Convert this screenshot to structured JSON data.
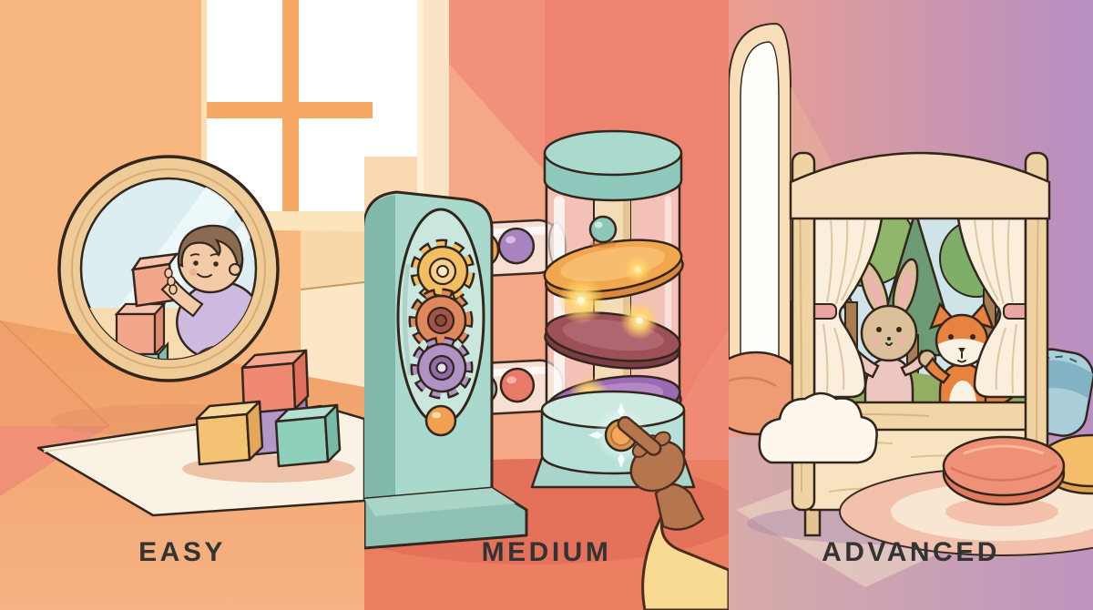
{
  "title": "Toy difficulty levels illustration",
  "panels": [
    {
      "id": "easy",
      "label": "EASY",
      "scene": "baby reflected in a round mirror playing with stacking blocks on a play mat",
      "objects": [
        "window",
        "round-mirror",
        "baby-reflection",
        "toy-blocks",
        "play-mat"
      ],
      "background": "#f7b77e"
    },
    {
      "id": "medium",
      "label": "MEDIUM",
      "scene": "gear machine with ball tubes feeding a spiral marble tower; child's finger pressing a glowing button",
      "objects": [
        "gear-machine",
        "gears",
        "ball-tube-top",
        "ball-tube-bottom",
        "marble-tower",
        "spiral-ramps",
        "glow-button",
        "pressing-hand"
      ],
      "background": "#f2917b"
    },
    {
      "id": "advanced",
      "label": "ADVANCED",
      "scene": "wooden puppet theater with bunny and fox hand puppets, forest backdrop, cushions and rug",
      "objects": [
        "arched-window",
        "puppet-theater",
        "curtains",
        "bunny-puppet",
        "fox-puppet",
        "cloud-cushion",
        "round-rug",
        "floor-cushions",
        "blue-pillow"
      ],
      "background_left": "#ec9e90",
      "background_right": "#b78fc3"
    }
  ],
  "palette": {
    "easy_wall": "#f7b77e",
    "easy_floor": "#f3a46a",
    "window_muntin": "#f5a963",
    "medium_wall": "#f2917b",
    "medium_wall_dark": "#ee8470",
    "medium_floor": "#ec7e62",
    "machine_teal": "#a9d9cd",
    "gear_yellow": "#f3bd62",
    "gear_orange": "#e0875b",
    "gear_purple": "#b092c4",
    "ramp_orange": "#f2a64e",
    "ramp_maroon": "#9d5058",
    "ramp_purple": "#9a6ab2",
    "advanced_wall_left": "#ec9e90",
    "advanced_wall_right": "#b78fc3",
    "advanced_floor": "#c5a2c2",
    "theater_wood": "#f0d3a2",
    "fox_orange": "#e8823f",
    "bunny_pink": "#eec6c0",
    "label_text": "#333333"
  }
}
